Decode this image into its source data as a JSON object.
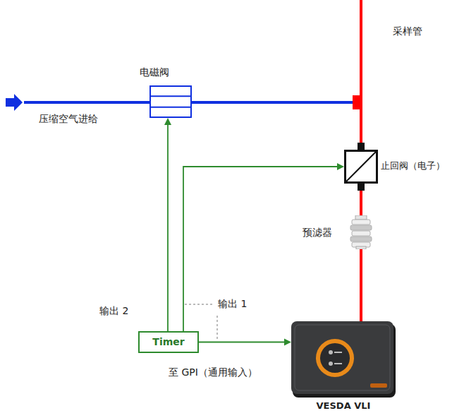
{
  "diagram": {
    "nodes": [
      {
        "text": [
          "电磁阀"
        ]
      },
      {
        "text": [
          "止回阀（电子）"
        ]
      },
      {
        "text": [
          "预滤器"
        ]
      },
      {
        "text": [
          "Timer"
        ]
      },
      {
        "text": [
          "VESDA VLI"
        ]
      }
    ],
    "edges": [
      {
        "from": 3,
        "to": 0,
        "arrow": "to"
      },
      {
        "from": 3,
        "to": 1,
        "arrow": "to"
      },
      {
        "from": 3,
        "to": 4,
        "arrow": "to"
      },
      {
        "from": 1,
        "to": 2,
        "arrow": "none"
      },
      {
        "from": 2,
        "to": 4,
        "arrow": "none"
      }
    ],
    "labels": [
      "采样管",
      "压缩空气进给",
      "输出 2",
      "输出 1",
      "至 GPI（通用输入）"
    ]
  }
}
